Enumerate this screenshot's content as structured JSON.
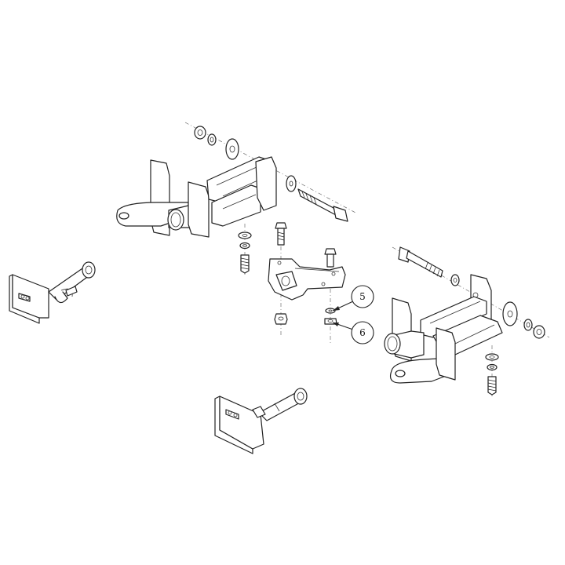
{
  "diagram": {
    "callouts": [
      {
        "id": "callout-5",
        "label": "5"
      },
      {
        "id": "callout-6",
        "label": "6"
      }
    ]
  }
}
